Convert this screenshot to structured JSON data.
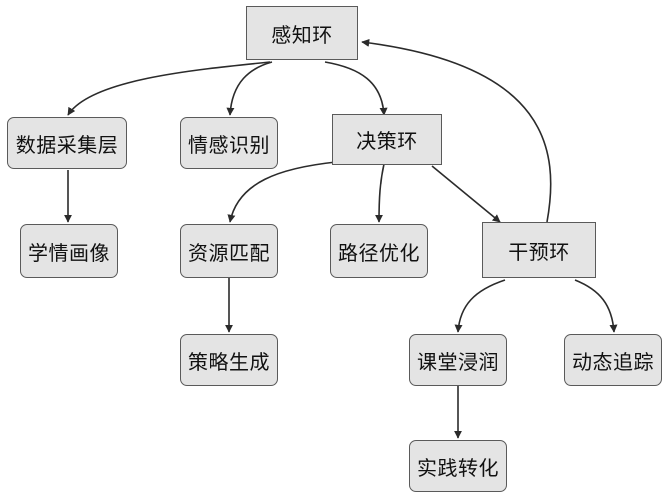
{
  "diagram": {
    "nodes": {
      "perception_loop": "感知环",
      "data_collection_layer": "数据采集层",
      "emotion_recognition": "情感识别",
      "decision_loop": "决策环",
      "learner_profile": "学情画像",
      "resource_matching": "资源匹配",
      "path_optimization": "路径优化",
      "intervention_loop": "干预环",
      "strategy_generation": "策略生成",
      "classroom_immersion": "课堂浸润",
      "dynamic_tracking": "动态追踪",
      "practice_transformation": "实践转化"
    },
    "edges": [
      {
        "from": "perception_loop",
        "to": "data_collection_layer"
      },
      {
        "from": "perception_loop",
        "to": "emotion_recognition"
      },
      {
        "from": "perception_loop",
        "to": "decision_loop"
      },
      {
        "from": "data_collection_layer",
        "to": "learner_profile"
      },
      {
        "from": "decision_loop",
        "to": "resource_matching"
      },
      {
        "from": "decision_loop",
        "to": "path_optimization"
      },
      {
        "from": "decision_loop",
        "to": "intervention_loop"
      },
      {
        "from": "resource_matching",
        "to": "strategy_generation"
      },
      {
        "from": "intervention_loop",
        "to": "classroom_immersion"
      },
      {
        "from": "intervention_loop",
        "to": "dynamic_tracking"
      },
      {
        "from": "classroom_immersion",
        "to": "practice_transformation"
      },
      {
        "from": "intervention_loop",
        "to": "perception_loop"
      }
    ],
    "colors": {
      "node_fill": "#e4e4e4",
      "node_border": "#5a5a5a",
      "edge": "#2b2b2b",
      "text": "#111111"
    }
  }
}
